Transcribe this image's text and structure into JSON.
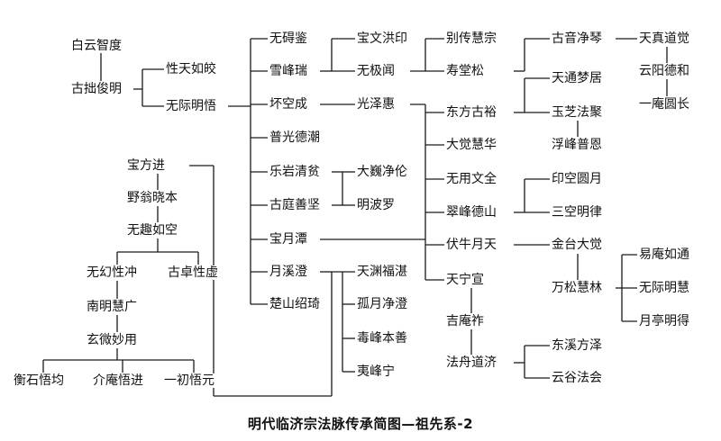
{
  "caption": "明代临济宗法脉传承简图—祖先系-2",
  "nodes": {
    "n01": "白云智度",
    "n02": "古拙俊明",
    "n03": "性天如皎",
    "n04": "无际明悟",
    "n05": "无碍鉴",
    "n06": "雪峰瑞",
    "n07": "坏空成",
    "n08": "普光德潮",
    "n09": "乐岩清贫",
    "n10": "古庭善坚",
    "n11": "宝月潭",
    "n12": "月溪澄",
    "n13": "楚山绍琦",
    "n14": "宝文洪印",
    "n15": "无极闻",
    "n16": "光泽惠",
    "n17": "大巍净伦",
    "n18": "明波罗",
    "n19": "天渊福湛",
    "n20": "孤月净澄",
    "n21": "毒峰本善",
    "n22": "夷峰宁",
    "n23": "别传慧宗",
    "n24": "寿堂松",
    "n25": "东方古裕",
    "n26": "大觉慧华",
    "n27": "无用文全",
    "n28": "翠峰德山",
    "n29": "伏牛月天",
    "n30": "天宁宣",
    "n31": "吉庵祚",
    "n32": "法舟道济",
    "n33": "古音净琴",
    "n34": "天通梦居",
    "n35": "玉芝法聚",
    "n36": "浮峰普恩",
    "n37": "印空圆月",
    "n38": "三空明律",
    "n39": "金台大觉",
    "n40": "万松慧林",
    "n41": "东溪方泽",
    "n42": "云谷法会",
    "n43": "天真道觉",
    "n44": "云阳德和",
    "n45": "一庵圆长",
    "n46": "易庵如通",
    "n47": "无际明慧",
    "n48": "月亭明得",
    "n49": "宝方进",
    "n50": "野翁晓本",
    "n51": "无趣如空",
    "n52": "无幻性冲",
    "n53": "古卓性虚",
    "n54": "南明慧广",
    "n55": "玄微妙用",
    "n56": "衡石悟均",
    "n57": "介庵悟进",
    "n58": "一初悟元"
  }
}
